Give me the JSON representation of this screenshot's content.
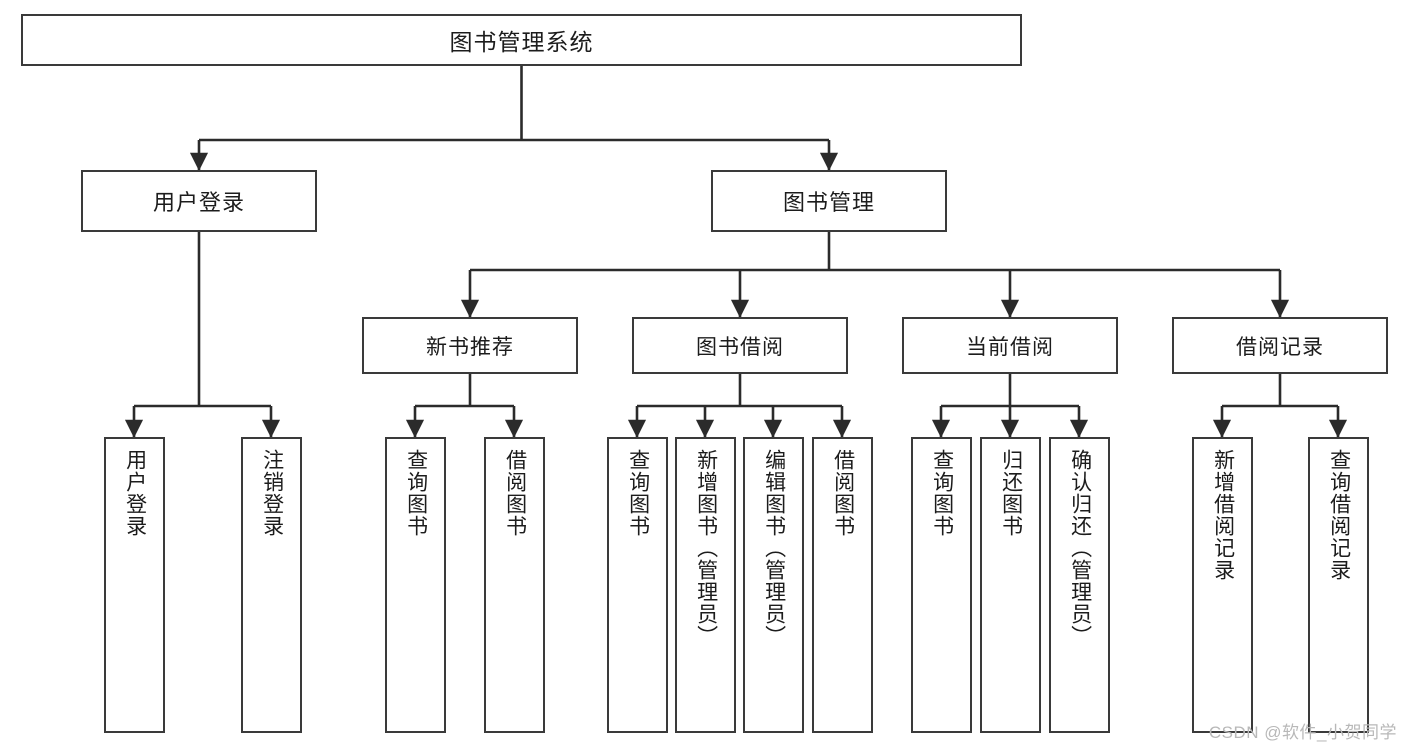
{
  "diagram": {
    "title": "图书管理系统",
    "type": "functional-structure-tree",
    "watermark": "CSDN @软件_小贺同学",
    "colors": {
      "box_border": "#3a3a3a",
      "box_fill": "#ffffff",
      "edge": "#2b2b2b",
      "text": "#1c1c1c",
      "watermark": "#b8b8b8"
    },
    "nodes": {
      "root": {
        "label": "图书管理系统"
      },
      "level2": [
        {
          "label": "用户登录"
        },
        {
          "label": "图书管理"
        }
      ],
      "level3": [
        {
          "label": "新书推荐"
        },
        {
          "label": "图书借阅"
        },
        {
          "label": "当前借阅"
        },
        {
          "label": "借阅记录"
        }
      ],
      "leaves": {
        "user_login": [
          {
            "label": "用户登录"
          },
          {
            "label": "注销登录"
          }
        ],
        "new_book_recommend": [
          {
            "label": "查询图书"
          },
          {
            "label": "借阅图书"
          }
        ],
        "book_borrow": [
          {
            "label": "查询图书"
          },
          {
            "label": "新增图书（管理员）"
          },
          {
            "label": "编辑图书（管理员）"
          },
          {
            "label": "借阅图书"
          }
        ],
        "current_borrow": [
          {
            "label": "查询图书"
          },
          {
            "label": "归还图书"
          },
          {
            "label": "确认归还（管理员）"
          }
        ],
        "borrow_record": [
          {
            "label": "新增借阅记录"
          },
          {
            "label": "查询借阅记录"
          }
        ]
      }
    }
  }
}
